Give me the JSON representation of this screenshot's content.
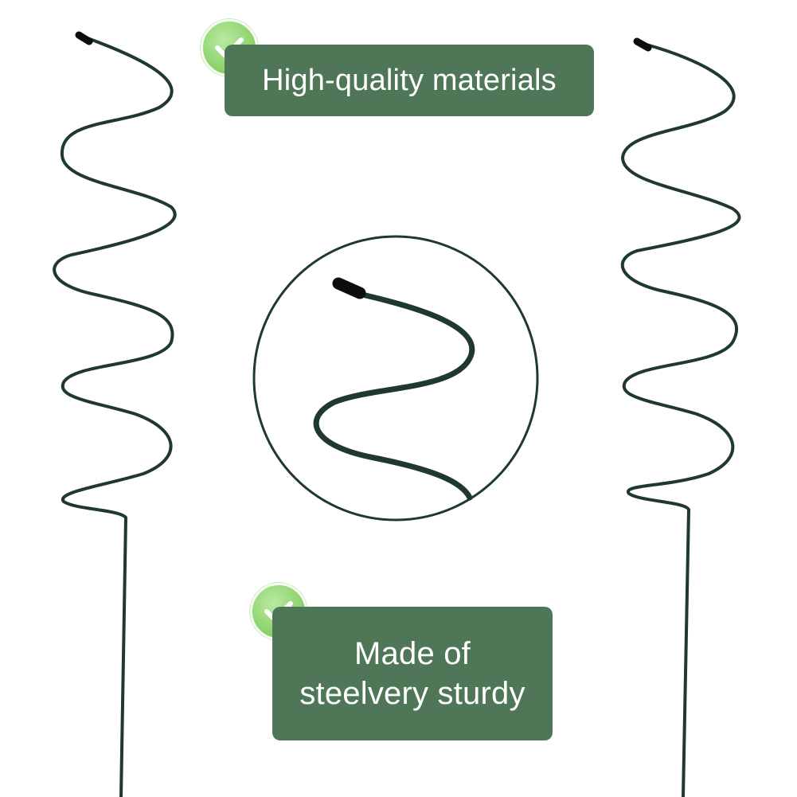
{
  "labels": {
    "top_text": "High-quality materials",
    "bottom_line1": "Made of",
    "bottom_line2": "steelvery sturdy"
  },
  "icons": {
    "badge": "check-icon"
  },
  "colors": {
    "label_background": "#4f7657",
    "label_text": "#ffffff",
    "wire": "#1f3a2c",
    "badge_green": "#8fd36e",
    "circle_outline": "#1f3a2c"
  }
}
